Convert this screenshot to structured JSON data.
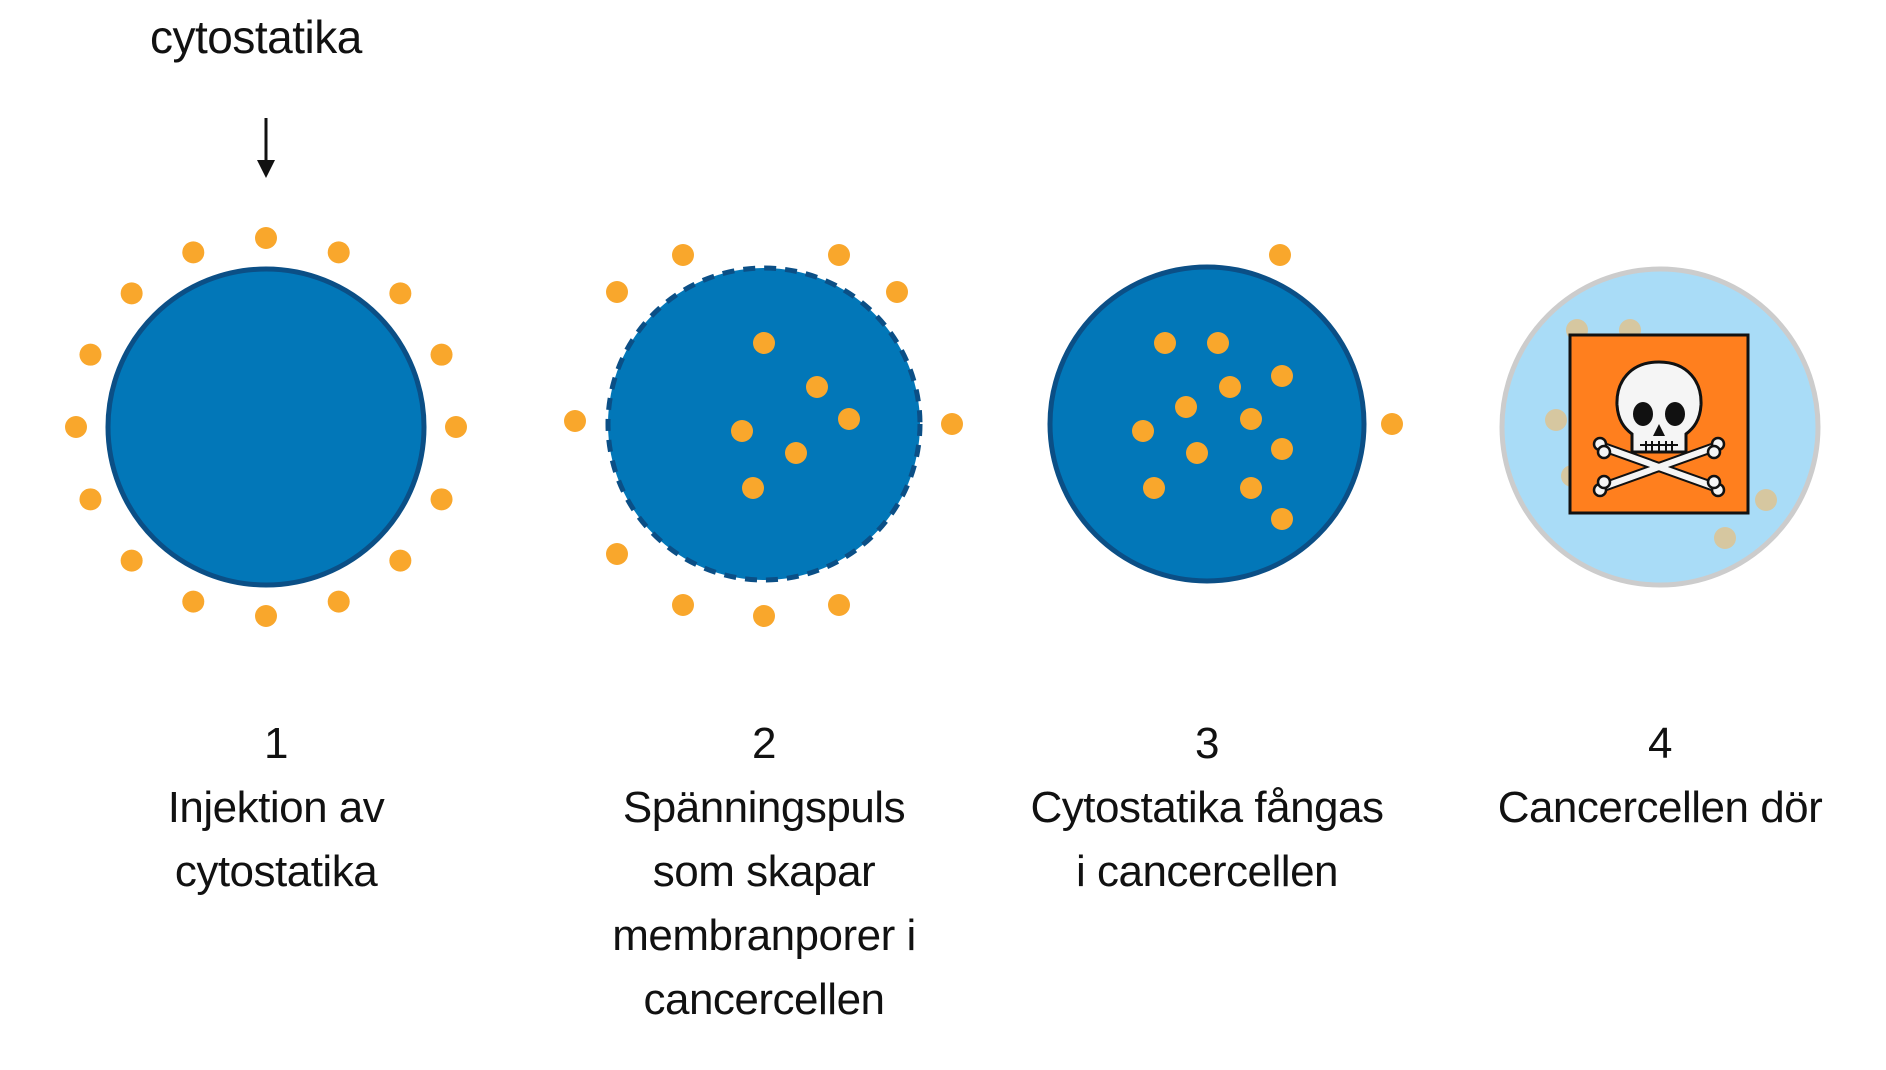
{
  "header": {
    "drug_label": "cytostatika"
  },
  "colors": {
    "cell_fill": "#0277b8",
    "cell_stroke": "#0b4f86",
    "drug_particle": "#f9a72c",
    "dead_cell_fill": "#a9dcf7",
    "dead_cell_stroke": "#cccccc",
    "dead_particle": "#d6c7a0",
    "hazard_fill": "#ff7f1e",
    "arrow": "#111111"
  },
  "icons": {
    "arrow": "down-arrow-icon",
    "hazard": "skull-crossbones-icon"
  },
  "steps": [
    {
      "number": "1",
      "label": "Injektion av\ncytostatika",
      "state": "intact-cell-drug-outside"
    },
    {
      "number": "2",
      "label": "Spänningspuls\nsom skapar\nmembranporer i\ncancercellen",
      "state": "porous-membrane"
    },
    {
      "number": "3",
      "label": "Cytostatika fångas\ni cancercellen",
      "state": "drug-trapped"
    },
    {
      "number": "4",
      "label": "Cancercellen dör",
      "state": "cell-death"
    }
  ]
}
